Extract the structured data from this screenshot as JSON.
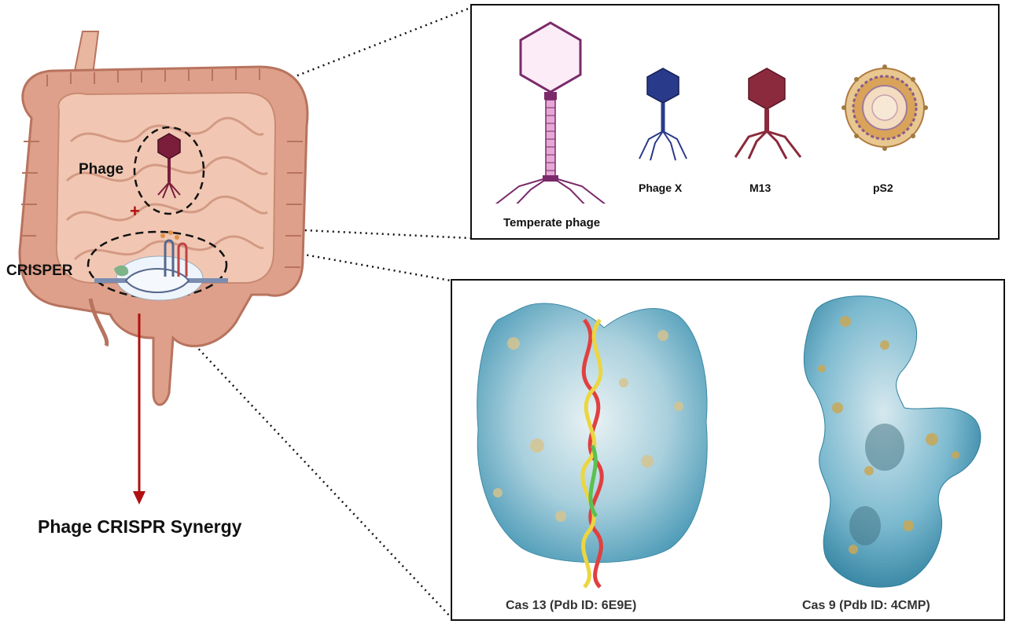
{
  "intestine": {
    "phage_label": "Phage",
    "crispr_label": "CRISPER",
    "plus_sign": "+",
    "result_label": "Phage CRISPR Synergy"
  },
  "phage_panel": {
    "items": [
      {
        "label": "Temperate phage",
        "color": "#7a2a6a"
      },
      {
        "label": "Phage X",
        "color": "#2a3a8a"
      },
      {
        "label": "M13",
        "color": "#8a2a3c"
      },
      {
        "label": "pS2",
        "color": "#c9a060"
      }
    ]
  },
  "protein_panel": {
    "items": [
      {
        "label": "Cas 13 (Pdb ID: 6E9E)"
      },
      {
        "label": "Cas 9 (Pdb ID: 4CMP)"
      }
    ]
  },
  "colors": {
    "intestine": "#d99a82",
    "intestine_dark": "#b8735e",
    "arrow": "#b01010",
    "protein_blue": "#5aa8c4",
    "protein_tan": "#d6c08a"
  }
}
